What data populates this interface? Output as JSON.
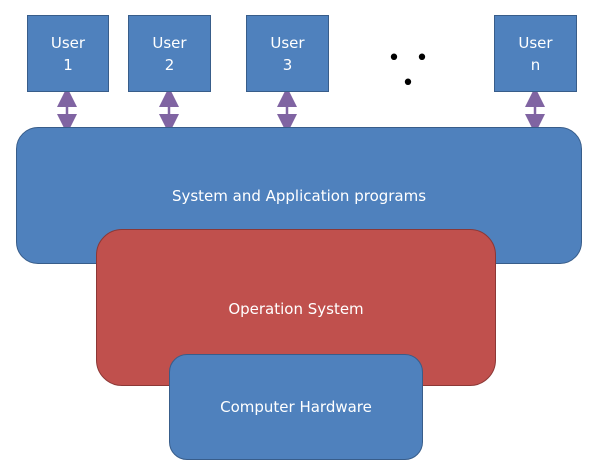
{
  "users": [
    {
      "line1": "User",
      "line2": "1"
    },
    {
      "line1": "User",
      "line2": "2"
    },
    {
      "line1": "User",
      "line2": "3"
    },
    {
      "line1": "User",
      "line2": "n"
    }
  ],
  "ellipsis": "• • •",
  "layers": {
    "applications": "System and Application programs",
    "operating_system": "Operation System",
    "hardware": "Computer Hardware"
  },
  "colors": {
    "layer_blue": "#4f81bd",
    "layer_red": "#c0504d",
    "arrow": "#8064a2"
  }
}
